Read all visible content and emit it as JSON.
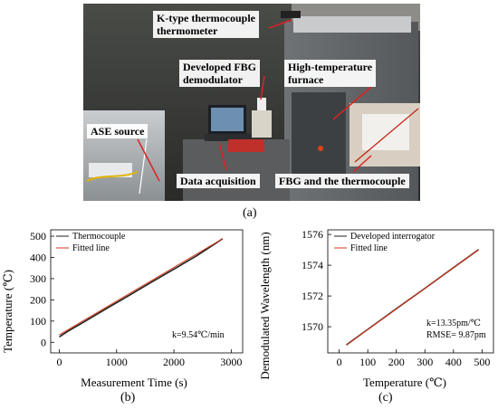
{
  "panels": {
    "a": "(a)",
    "b": "(b)",
    "c": "(c)"
  },
  "photo": {
    "labels": {
      "thermometer": [
        "K-type thermocouple",
        "thermometer"
      ],
      "demodulator": [
        "Developed FBG",
        "demodulator"
      ],
      "furnace": [
        "High-temperature",
        "furnace"
      ],
      "ase": [
        "ASE source"
      ],
      "daq": [
        "Data acquisition"
      ],
      "fbg": [
        "FBG and the thermocouple"
      ]
    }
  },
  "chart_data": [
    {
      "type": "line",
      "panel": "(b)",
      "xlabel": "Measurement Time (s)",
      "ylabel": "Temperature (℃)",
      "xlim": [
        -150,
        3200
      ],
      "ylim": [
        -50,
        530
      ],
      "xticks": [
        0,
        1000,
        2000,
        3000
      ],
      "yticks": [
        0,
        100,
        200,
        300,
        400,
        500
      ],
      "legend": "top-left",
      "annotation": "k=9.54℃/min",
      "series": [
        {
          "name": "Thermocouple",
          "color": "#222222",
          "x": [
            0,
            60,
            150,
            400,
            800,
            1200,
            1600,
            2000,
            2400,
            2850
          ],
          "y": [
            25,
            36,
            52,
            91,
            155,
            218,
            282,
            345,
            408,
            488
          ]
        },
        {
          "name": "Fitted line",
          "color": "#d23a1e",
          "x": [
            0,
            2850
          ],
          "y": [
            35,
            488
          ]
        }
      ]
    },
    {
      "type": "line",
      "panel": "(c)",
      "xlabel": "Temperature (℃)",
      "ylabel": "Demodulated Wavelength (nm)",
      "xlim": [
        -40,
        540
      ],
      "ylim": [
        1568.3,
        1576.3
      ],
      "xticks": [
        0,
        100,
        200,
        300,
        400,
        500
      ],
      "yticks": [
        1570,
        1572,
        1574,
        1576
      ],
      "legend": "top-left",
      "annotation": [
        "k=13.35pm/℃",
        "RMSE= 9.87pm"
      ],
      "series": [
        {
          "name": "Developed interrogator",
          "color": "#222222",
          "x": [
            25,
            100,
            200,
            300,
            400,
            488
          ],
          "y": [
            1568.82,
            1569.83,
            1571.17,
            1572.5,
            1573.84,
            1575.02
          ]
        },
        {
          "name": "Fitted line",
          "color": "#d23a1e",
          "x": [
            25,
            488
          ],
          "y": [
            1568.82,
            1575.02
          ]
        }
      ]
    }
  ]
}
